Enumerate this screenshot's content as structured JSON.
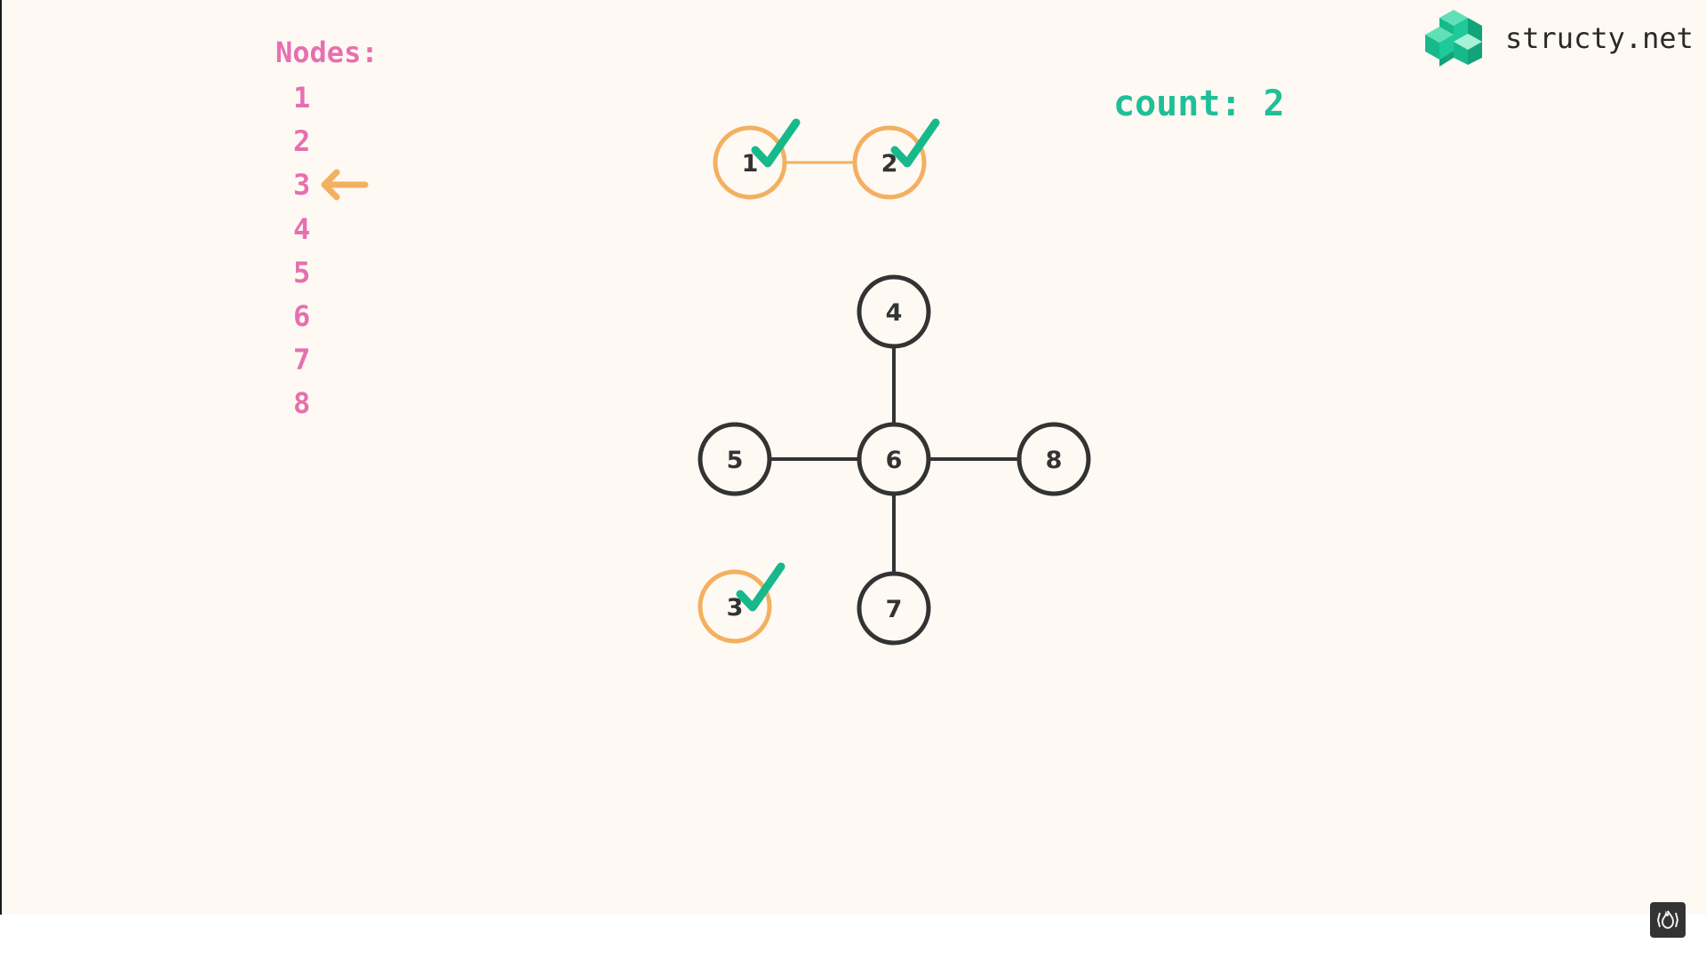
{
  "nodes_panel": {
    "title": "Nodes:",
    "items": [
      "1",
      "2",
      "3",
      "4",
      "5",
      "6",
      "7",
      "8"
    ],
    "current_index": 2
  },
  "count": {
    "text": "count: 2"
  },
  "brand": {
    "name": "structy.net",
    "logo_icon": "structy-logo-icon"
  },
  "graph": {
    "nodes": [
      {
        "id": "1",
        "visited": true
      },
      {
        "id": "2",
        "visited": true
      },
      {
        "id": "3",
        "visited": true
      },
      {
        "id": "4",
        "visited": false
      },
      {
        "id": "5",
        "visited": false
      },
      {
        "id": "6",
        "visited": false
      },
      {
        "id": "7",
        "visited": false
      },
      {
        "id": "8",
        "visited": false
      }
    ],
    "edges": [
      [
        "1",
        "2"
      ],
      [
        "4",
        "6"
      ],
      [
        "5",
        "6"
      ],
      [
        "6",
        "8"
      ],
      [
        "6",
        "7"
      ]
    ]
  },
  "colors": {
    "background": "#fff9f4",
    "visited": "#f3b060",
    "unvisited": "#333333",
    "checkmark": "#17b98b",
    "node_list_text": "#e76fb0",
    "count_text": "#1fbf97"
  }
}
